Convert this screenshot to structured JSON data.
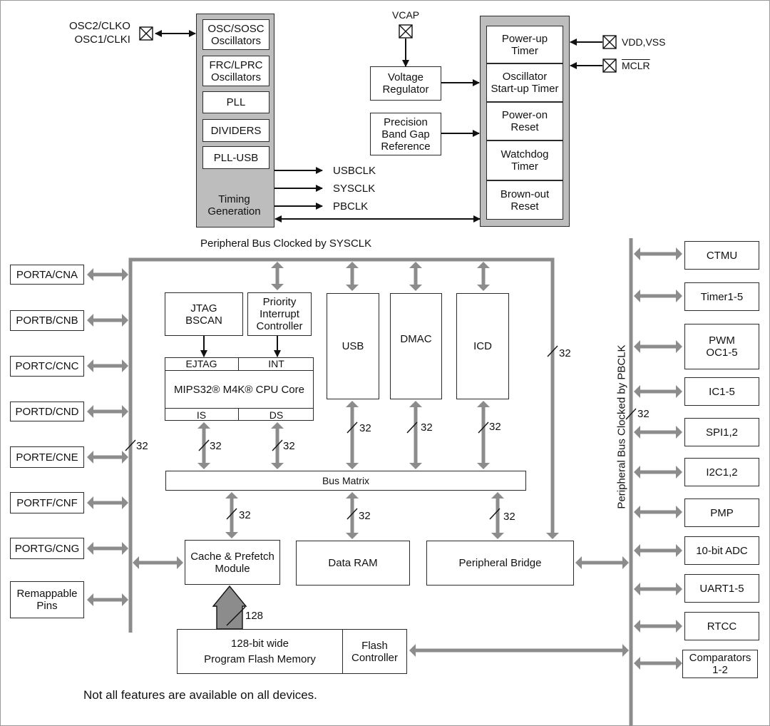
{
  "clock": {
    "osc_pins": "OSC2/CLKO\nOSC1/CLKI",
    "blocks": [
      "OSC/SOSC\nOscillators",
      "FRC/LPRC\nOscillators",
      "PLL",
      "DIVIDERS",
      "PLL-USB"
    ],
    "timing_label": "Timing\nGeneration",
    "outputs": [
      "USBCLK",
      "SYSCLK",
      "PBCLK"
    ]
  },
  "power": {
    "vcap": "VCAP",
    "voltage_regulator": "Voltage\nRegulator",
    "bandgap": "Precision\nBand Gap\nReference",
    "reset_blocks": [
      "Power-up\nTimer",
      "Oscillator\nStart-up Timer",
      "Power-on\nReset",
      "Watchdog\nTimer",
      "Brown-out\nReset"
    ],
    "vdd_vss": "VDD,VSS",
    "mclr": "MCLR"
  },
  "system": {
    "bus_label": "Peripheral Bus Clocked by SYSCLK",
    "jtag": "JTAG\nBSCAN",
    "pic": "Priority\nInterrupt\nController",
    "ejtag": "EJTAG",
    "int": "INT",
    "cpu": "MIPS32® M4K® CPU Core",
    "is": "IS",
    "ds": "DS",
    "usb": "USB",
    "dmac": "DMAC",
    "icd": "ICD",
    "bus_matrix": "Bus Matrix",
    "cache": "Cache & Prefetch\nModule",
    "data_ram": "Data RAM",
    "peripheral_bridge": "Peripheral Bridge",
    "flash_memory": "128-bit wide\nProgram Flash Memory",
    "flash_controller": "Flash\nController",
    "width_128": "128",
    "width_32": "32"
  },
  "ports": [
    "PORTA/CNA",
    "PORTB/CNB",
    "PORTC/CNC",
    "PORTD/CND",
    "PORTE/CNE",
    "PORTF/CNF",
    "PORTG/CNG",
    "Remappable\nPins"
  ],
  "peripherals": {
    "bus_label": "Peripheral Bus Clocked by PBCLK",
    "items": [
      "CTMU",
      "Timer1-5",
      "PWM\nOC1-5",
      "IC1-5",
      "SPI1,2",
      "I2C1,2",
      "PMP",
      "10-bit ADC",
      "UART1-5",
      "RTCC",
      "Comparators\n1-2"
    ]
  },
  "footnote": "Not all features are available on all devices.",
  "colors": {
    "bus": "#8c8c8c",
    "panel": "#bdbdbd",
    "line": "#111111"
  }
}
